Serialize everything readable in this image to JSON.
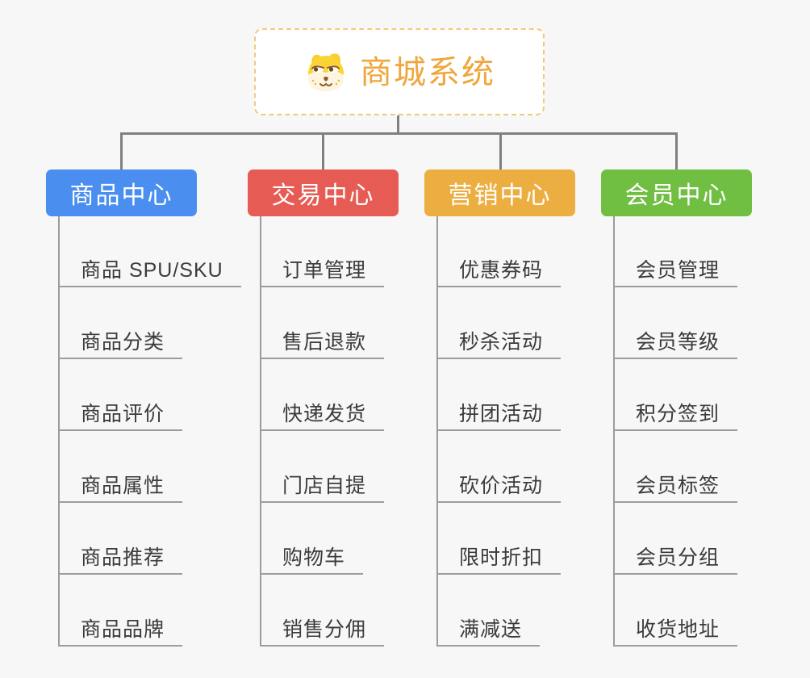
{
  "root": {
    "title": "商城系统",
    "icon": "dog-mascot-icon"
  },
  "branches": [
    {
      "label": "商品中心",
      "color": "#4a8ef0",
      "children": [
        "商品 SPU/SKU",
        "商品分类",
        "商品评价",
        "商品属性",
        "商品推荐",
        "商品品牌"
      ]
    },
    {
      "label": "交易中心",
      "color": "#e65c55",
      "children": [
        "订单管理",
        "售后退款",
        "快递发货",
        "门店自提",
        "购物车",
        "销售分佣"
      ]
    },
    {
      "label": "营销中心",
      "color": "#edae41",
      "children": [
        "优惠券码",
        "秒杀活动",
        "拼团活动",
        "砍价活动",
        "限时折扣",
        "满减送"
      ]
    },
    {
      "label": "会员中心",
      "color": "#70be42",
      "children": [
        "会员管理",
        "会员等级",
        "积分签到",
        "会员标签",
        "会员分组",
        "收货地址"
      ]
    }
  ],
  "colors": {
    "background": "#f7f7f7",
    "root_text": "#f0a63b",
    "root_border": "#f2c979",
    "connector": "#808080",
    "child_line": "#9c9c9c",
    "child_text": "#3b3b3b",
    "branch_blue": "#4a8ef0",
    "branch_red": "#e65c55",
    "branch_orange": "#edae41",
    "branch_green": "#70be42",
    "mascot_yellow": "#fbd334",
    "mascot_cream": "#fdf5df",
    "mascot_brown": "#8c5b28"
  }
}
